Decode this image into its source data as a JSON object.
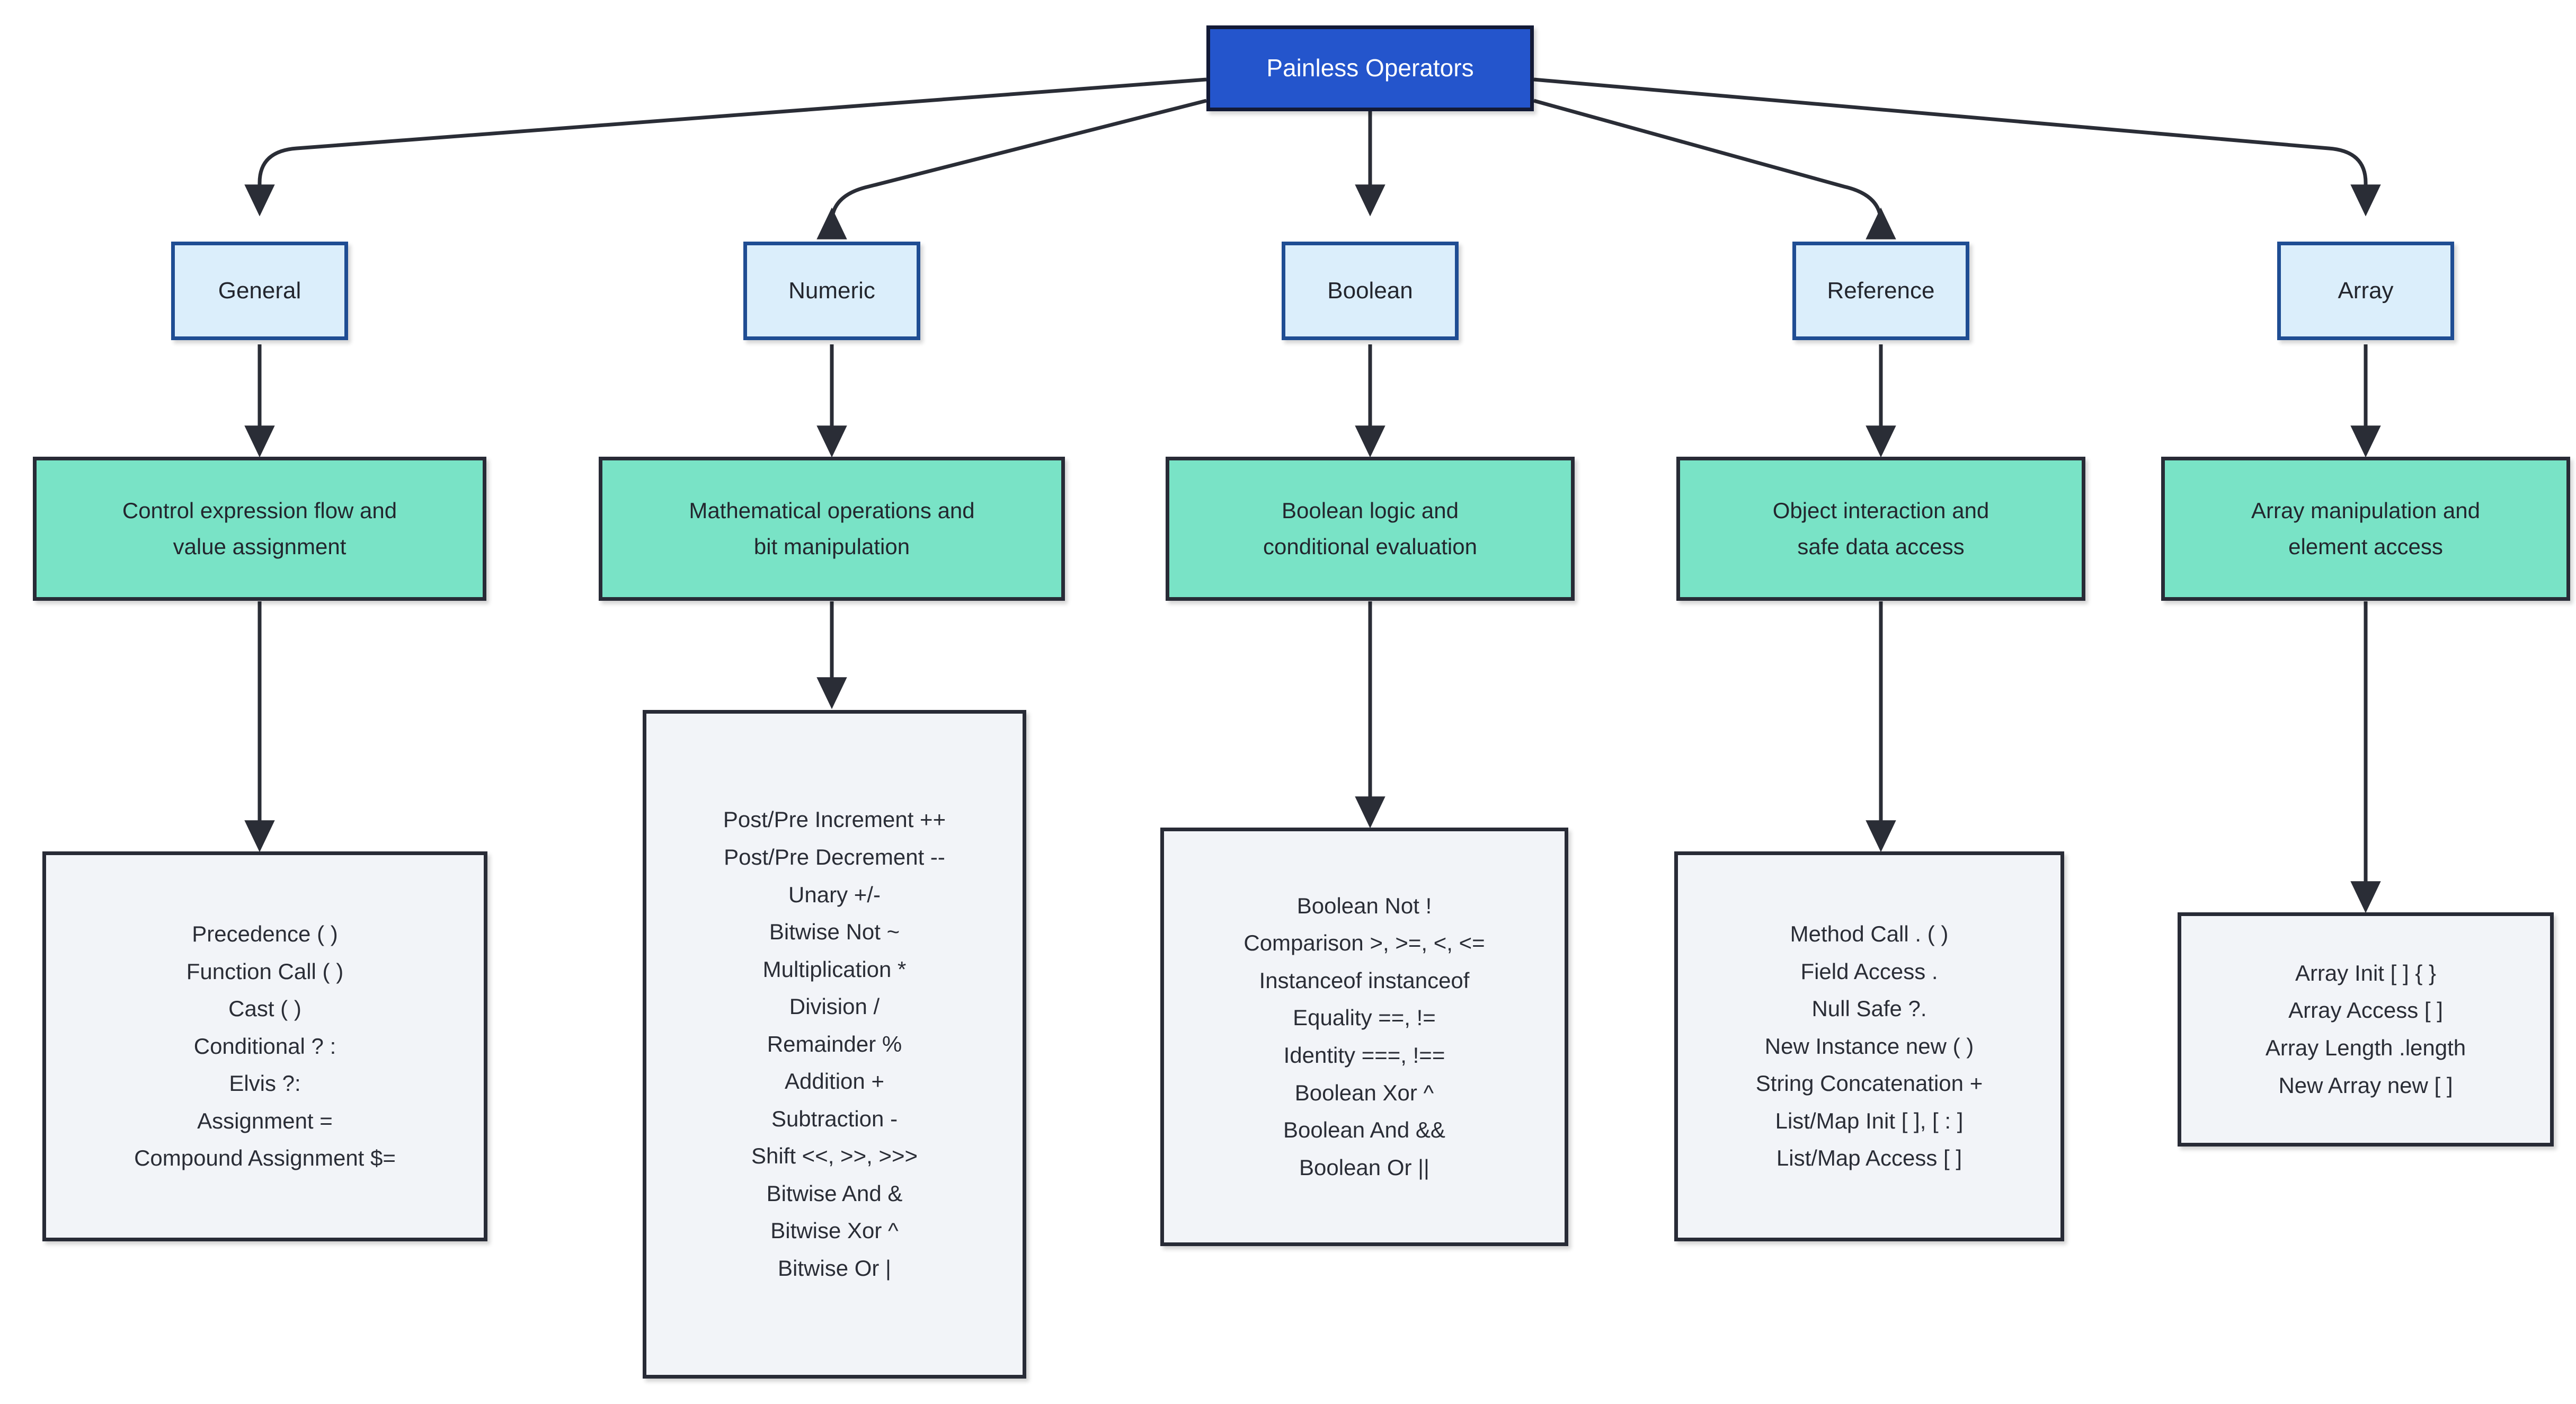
{
  "diagram": {
    "type": "flowchart-tree",
    "title": "Painless Operators",
    "root": {
      "label": "Painless Operators",
      "fill": "#2455cc",
      "stroke": "#131a36",
      "text_color": "#ffffff"
    },
    "palette": {
      "category_fill": "#dbeefb",
      "category_stroke": "#1f4d93",
      "description_fill": "#79e3c6",
      "description_stroke": "#282b36",
      "list_fill": "#f2f4f8",
      "list_stroke": "#282b36",
      "edge_color": "#2a2d36",
      "background": "#ffffff"
    },
    "branches": [
      {
        "category": "General",
        "description": [
          "Control expression flow and",
          "value assignment"
        ],
        "operators": [
          "Precedence ( )",
          "Function Call ( )",
          "Cast ( )",
          "Conditional ? :",
          "Elvis ?:",
          "Assignment =",
          "Compound Assignment $="
        ]
      },
      {
        "category": "Numeric",
        "description": [
          "Mathematical operations and",
          "bit manipulation"
        ],
        "operators": [
          "Post/Pre Increment ++",
          "Post/Pre Decrement --",
          "Unary +/-",
          "Bitwise Not ~",
          "Multiplication *",
          "Division /",
          "Remainder %",
          "Addition +",
          "Subtraction -",
          "Shift <<, >>, >>>",
          "Bitwise And &",
          "Bitwise Xor ^",
          "Bitwise Or |"
        ]
      },
      {
        "category": "Boolean",
        "description": [
          "Boolean logic and",
          "conditional evaluation"
        ],
        "operators": [
          "Boolean Not !",
          "Comparison >, >=, <, <=",
          "Instanceof instanceof",
          "Equality ==, !=",
          "Identity ===, !==",
          "Boolean Xor ^",
          "Boolean And &&",
          "Boolean Or ||"
        ]
      },
      {
        "category": "Reference",
        "description": [
          "Object interaction and",
          "safe data access"
        ],
        "operators": [
          "Method Call . ( )",
          "Field Access .",
          "Null Safe ?.",
          "New Instance new ( )",
          "String Concatenation +",
          "List/Map Init [ ], [ : ]",
          "List/Map Access [ ]"
        ]
      },
      {
        "category": "Array",
        "description": [
          "Array manipulation and",
          "element access"
        ],
        "operators": [
          "Array Init [ ] { }",
          "Array Access [ ]",
          "Array Length .length",
          "New Array new [ ]"
        ]
      }
    ]
  }
}
